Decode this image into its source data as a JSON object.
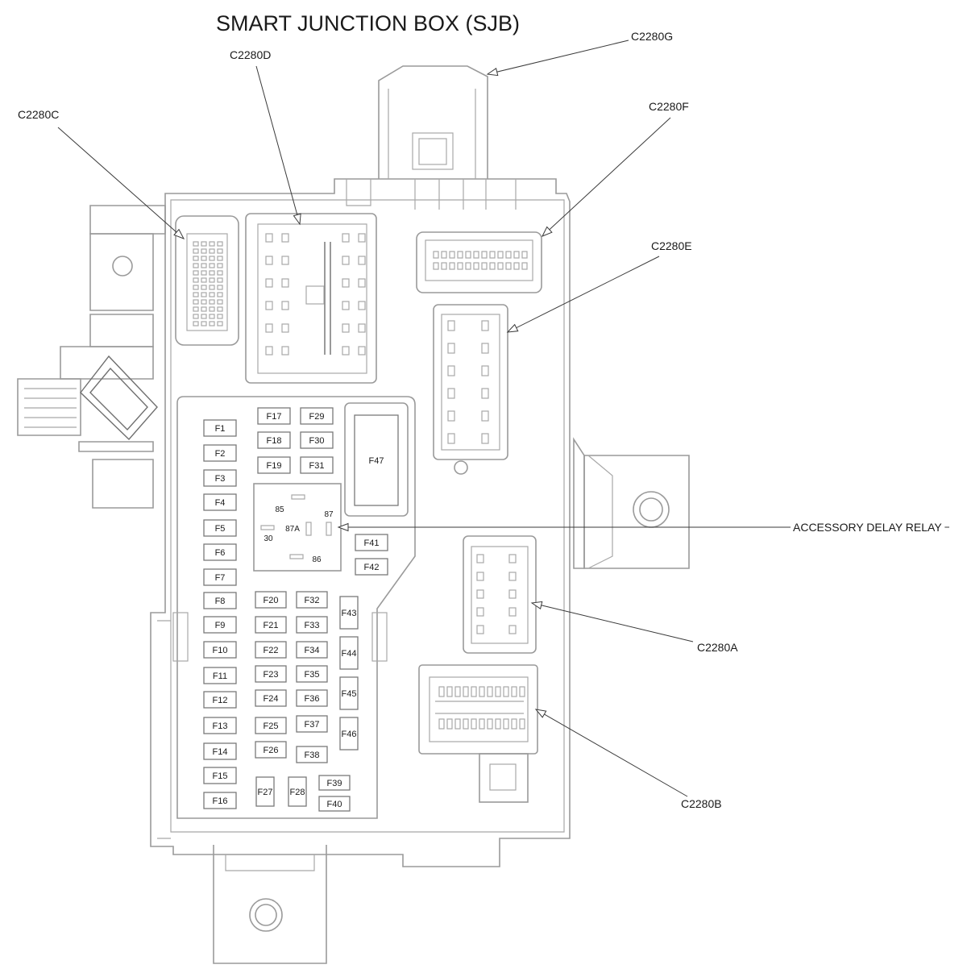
{
  "title": "SMART JUNCTION BOX (SJB)",
  "connectors": [
    {
      "id": "C2280G",
      "label": "C2280G"
    },
    {
      "id": "C2280D",
      "label": "C2280D"
    },
    {
      "id": "C2280C",
      "label": "C2280C"
    },
    {
      "id": "C2280F",
      "label": "C2280F"
    },
    {
      "id": "C2280E",
      "label": "C2280E"
    },
    {
      "id": "C2280A",
      "label": "C2280A"
    },
    {
      "id": "C2280B",
      "label": "C2280B"
    }
  ],
  "relay": {
    "label": "ACCESSORY DELAY RELAY",
    "pins": [
      "85",
      "87",
      "87A",
      "30",
      "86"
    ]
  },
  "fuses": [
    "F1",
    "F2",
    "F3",
    "F4",
    "F5",
    "F6",
    "F7",
    "F8",
    "F9",
    "F10",
    "F11",
    "F12",
    "F13",
    "F14",
    "F15",
    "F16",
    "F17",
    "F18",
    "F19",
    "F20",
    "F21",
    "F22",
    "F23",
    "F24",
    "F25",
    "F26",
    "F27",
    "F28",
    "F29",
    "F30",
    "F31",
    "F32",
    "F33",
    "F34",
    "F35",
    "F36",
    "F37",
    "F38",
    "F39",
    "F40",
    "F41",
    "F42",
    "F43",
    "F44",
    "F45",
    "F46",
    "F47"
  ],
  "colors": {
    "line": "#9a9a9a",
    "text": "#1a1a1a",
    "background": "#ffffff"
  }
}
